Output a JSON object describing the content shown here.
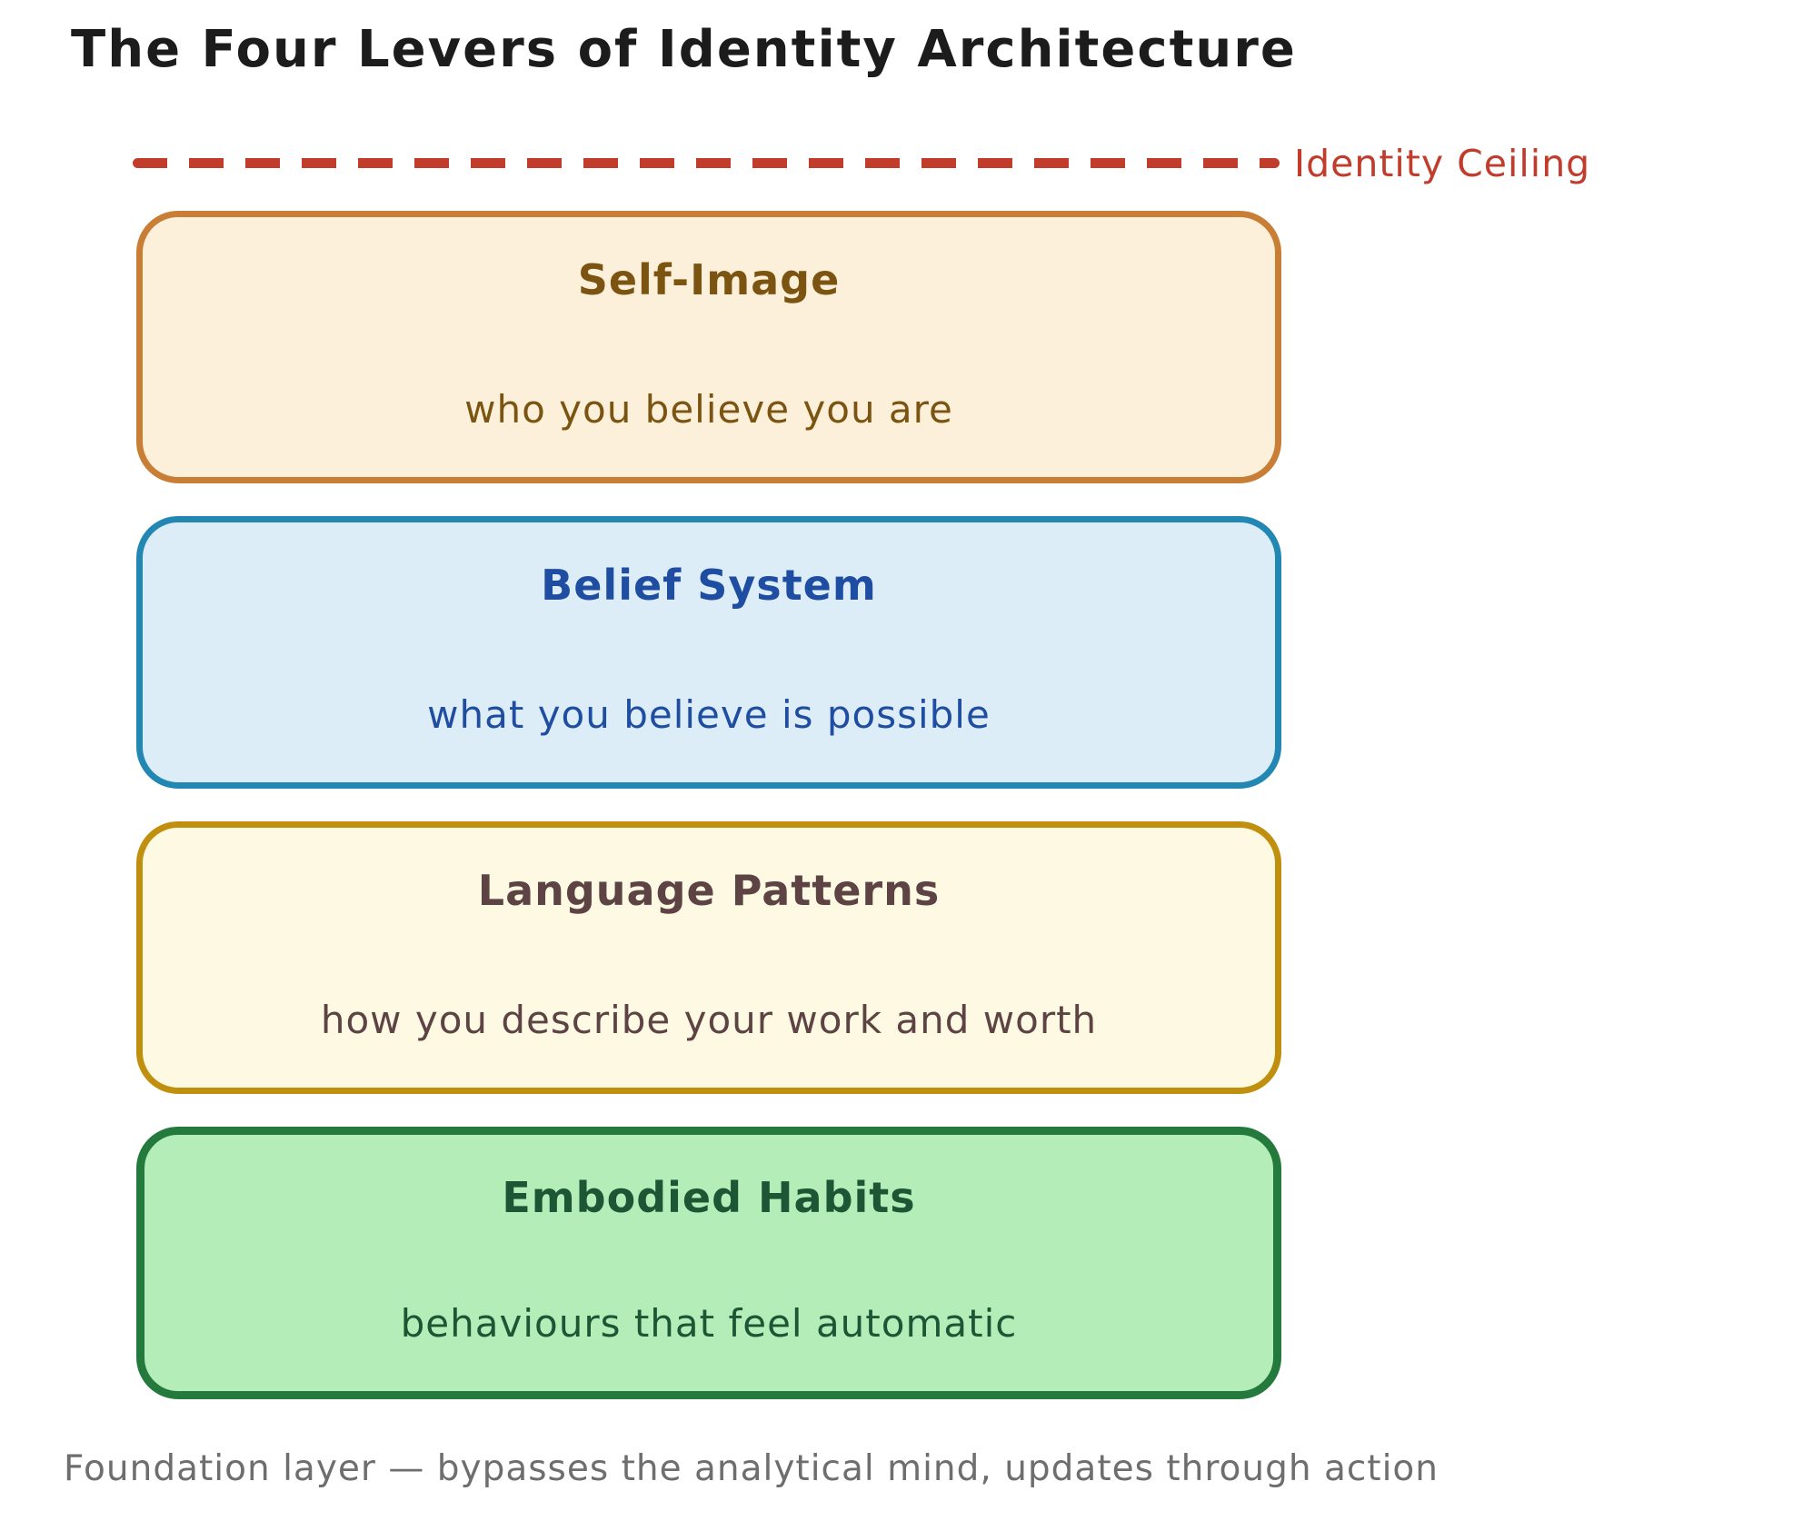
{
  "title": "The Four Levers of Identity Architecture",
  "ceiling": {
    "label": "Identity Ceiling",
    "color": "#c13c2b"
  },
  "levers": [
    {
      "id": "self-image",
      "title": "Self-Image",
      "subtitle": "who you believe you are",
      "fill": "#fdf0da",
      "border": "#c87f35",
      "text_color": "#7a5410"
    },
    {
      "id": "belief-system",
      "title": "Belief System",
      "subtitle": "what you believe is possible",
      "fill": "#dcedf8",
      "border": "#2387b4",
      "text_color": "#1f4da1"
    },
    {
      "id": "language-patterns",
      "title": "Language Patterns",
      "subtitle": "how you describe your work and worth",
      "fill": "#fdf9e3",
      "border": "#c08f0e",
      "text_color": "#5d4343"
    },
    {
      "id": "embodied-habits",
      "title": "Embodied Habits",
      "subtitle": "behaviours that feel automatic",
      "fill": "#b4edb8",
      "border": "#237a3c",
      "text_color": "#1c5634"
    }
  ],
  "footer": "Foundation layer — bypasses the analytical mind, updates through action"
}
